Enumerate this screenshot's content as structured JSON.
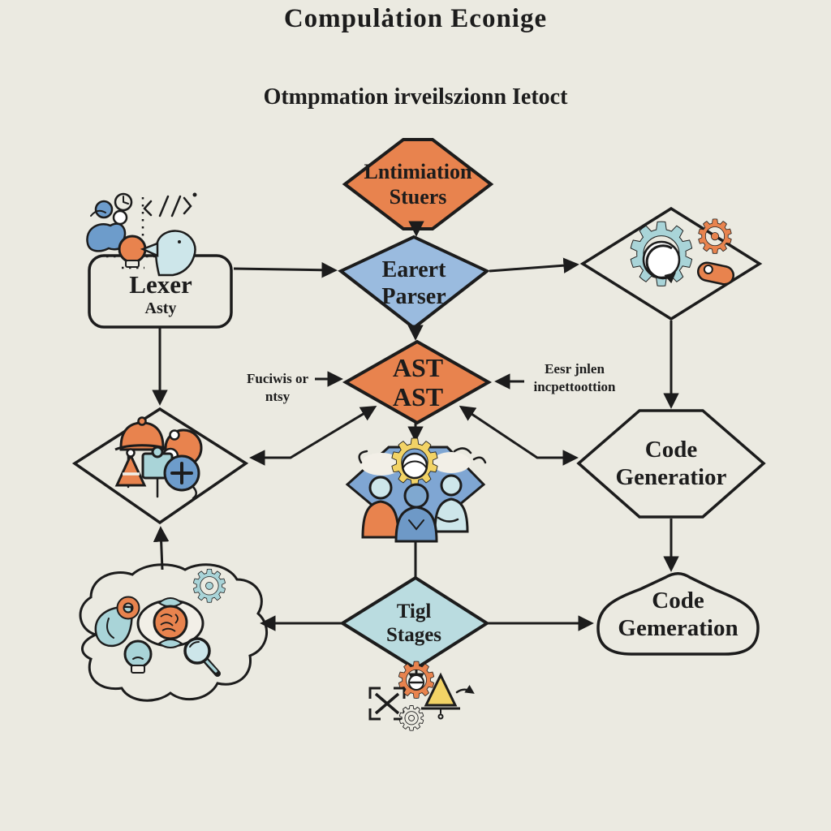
{
  "title": "Compulȧtion Econige",
  "subtitle": "Otmpmation irveilszionn Ietoct",
  "nodes": {
    "initiation": {
      "line1": "Lntimiation",
      "line2": "Stuers"
    },
    "parser": {
      "line1": "Earert",
      "line2": "Parser"
    },
    "lexer": {
      "line1": "Lexer",
      "line2": "Asty"
    },
    "ast": {
      "line1": "AST",
      "line2": "AST"
    },
    "code_generation_hex": {
      "line1": "Code",
      "line2": "Generatior"
    },
    "stages": {
      "line1": "Tigl",
      "line2": "Stages"
    },
    "code_generation_blob": {
      "line1": "Code",
      "line2": "Gemeration"
    }
  },
  "annotations": {
    "ast_left": {
      "line1": "Fuciwis or",
      "line2": "ntsy"
    },
    "ast_right": {
      "line1": "Eesr jnlen",
      "line2": "incpettoottion"
    }
  },
  "icons": {
    "gear_glyph": "⚙"
  },
  "colors": {
    "bg": "#EBEAE1",
    "line": "#1c1c1c",
    "orange": "#E8834E",
    "blue": "#9ABBDF",
    "teal": "#BADCE0",
    "pblue": "#7FA6D3",
    "iblue": "#6D9CCB",
    "tealicon": "#A9D4D8",
    "yellow": "#F2D366",
    "lightteal": "#CDE6EA",
    "paper": "#F2EFE7"
  }
}
